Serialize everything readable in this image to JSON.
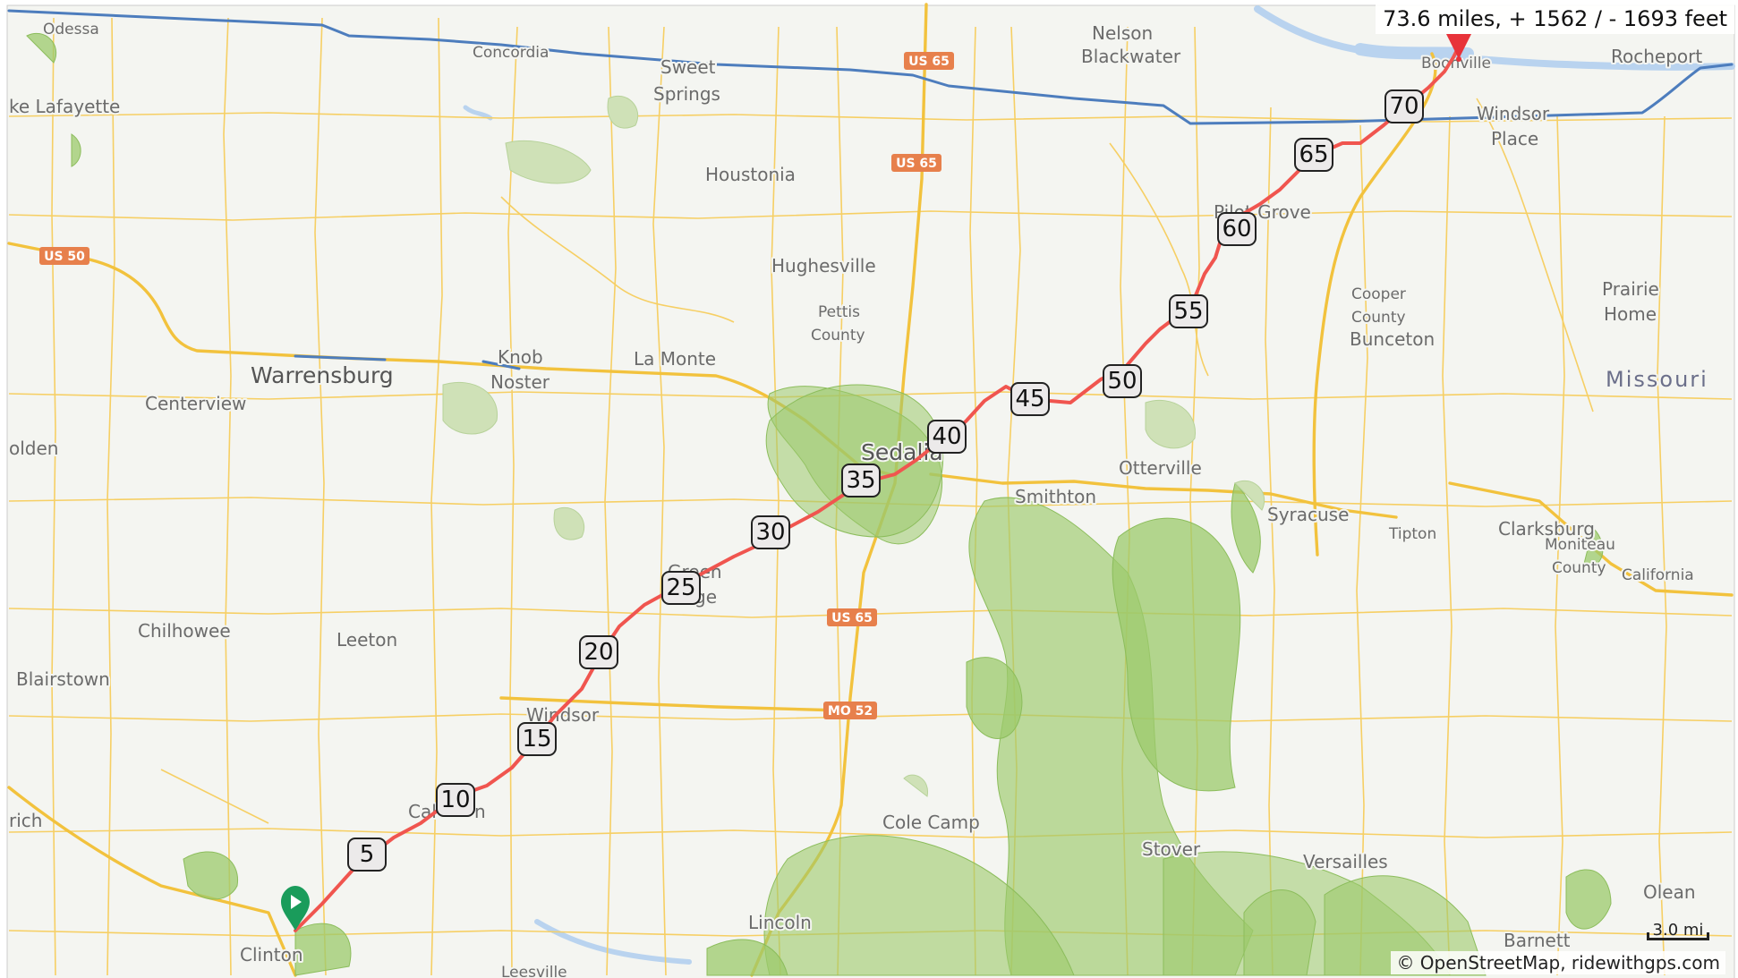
{
  "route": {
    "stats": "73.6 miles, + 1562 / - 1693 feet",
    "color": "#f0554f",
    "start_color": "#1a9c5b",
    "end_color": "#e8333a",
    "mile_markers": [
      "5",
      "10",
      "15",
      "20",
      "25",
      "30",
      "35",
      "40",
      "45",
      "50",
      "55",
      "60",
      "65",
      "70"
    ]
  },
  "shields": [
    "US 65",
    "US 65",
    "US 50",
    "US 65",
    "MO 52"
  ],
  "places": {
    "odessa": "Odessa",
    "concordia": "Concordia",
    "sweet": "Sweet",
    "springs": "Springs",
    "nelson": "Nelson",
    "blackwater": "Blackwater",
    "boonville": "Boonville",
    "rocheport": "Rocheport",
    "lake_lafayette": "ke Lafayette",
    "windsor_place_1": "Windsor",
    "windsor_place_2": "Place",
    "houstonia": "Houstonia",
    "pilot_grove": "Pilot Grove",
    "hughesville": "Hughesville",
    "pettis": "Pettis",
    "county": "County",
    "cooper": "Cooper",
    "cooper_county": "County",
    "bunceton": "Bunceton",
    "prairie": "Prairie",
    "home": "Home",
    "warrensburg": "Warrensburg",
    "knob": "Knob",
    "noster": "Noster",
    "la_monte": "La Monte",
    "missouri": "Missouri",
    "centerview": "Centerview",
    "holden": "olden",
    "sedalia": "Sedalia",
    "otterville": "Otterville",
    "smithton": "Smithton",
    "syracuse": "Syracuse",
    "tipton": "Tipton",
    "clarksburg": "Clarksburg",
    "moniteau": "Moniteau",
    "moniteau_county": "County",
    "california": "California",
    "green": "Green",
    "ridge": "ge",
    "chilhowee": "Chilhowee",
    "leeton": "Leeton",
    "blairstown": "Blairstown",
    "windsor": "Windsor",
    "calhoun": "Cal",
    "calhoun_end": "n",
    "urich": "rich",
    "cole_camp": "Cole Camp",
    "stover": "Stover",
    "versailles": "Versailles",
    "olean": "Olean",
    "lincoln": "Lincoln",
    "barnett": "Barnett",
    "clinton": "Clinton",
    "leesville": "Leesville"
  },
  "scale": {
    "label": "3.0 mi"
  },
  "attribution": "© OpenStreetMap, ridewithgps.com",
  "colors": {
    "land": "#f4f5f1",
    "road": "#f6cf64",
    "highway": "#f2c23d",
    "railway": "#4d7dbd",
    "forest": "#9cc96b",
    "shield": "#e7804c",
    "water": "#b9d3ef"
  }
}
